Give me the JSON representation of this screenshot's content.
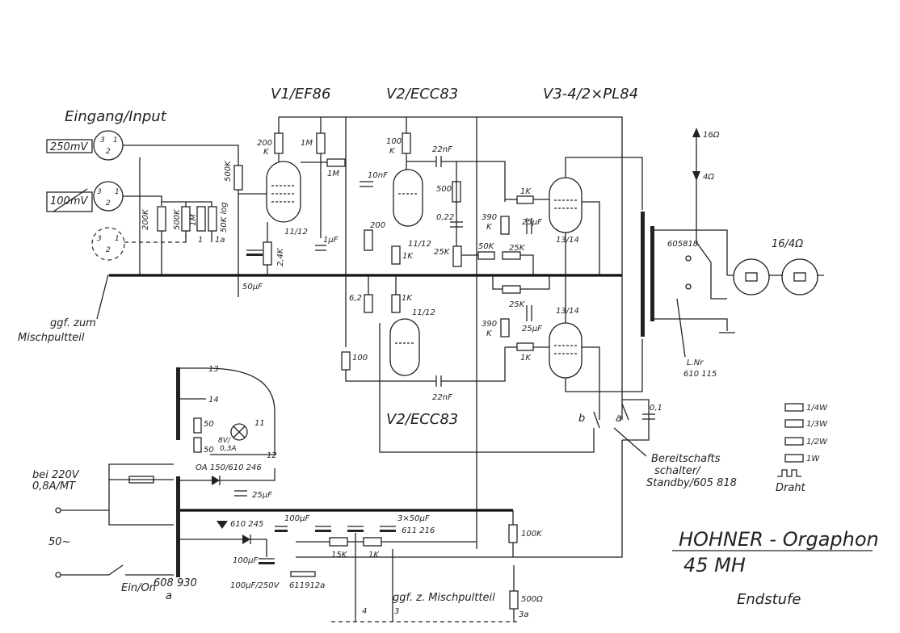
{
  "tubes": {
    "v1": "V1/EF86",
    "v2_top": "V2/ECC83",
    "v2_bottom": "V2/ECC83",
    "v3": "V3-4/2×PL84"
  },
  "input": {
    "title": "Eingang/Input",
    "level_a": "250mV",
    "level_b": "100mV",
    "mixer_note_1": "ggf. zum",
    "mixer_note_2": "Mischpultteil"
  },
  "components": {
    "r200k_a": "200K",
    "r500k_a": "500K",
    "r1m_a": "1M",
    "r50k_log": "50K log",
    "r500k_b": "500K",
    "r200_a": "200",
    "r_k": "K",
    "r1m_b": "1M",
    "r1m_c": "1M",
    "r24k": "2,4K",
    "c1uf": "1μF",
    "c50uf": "50μF",
    "c10nf": "10nF",
    "r100k_a": "100",
    "c22nf_a": "22nF",
    "r500k_c": "500",
    "c022uf": "0,22",
    "r200_b": "200",
    "r1k_a": "1K",
    "r25k_a": "25K",
    "r62k": "6,2",
    "r1k_b": "1K",
    "r100k_b": "100",
    "c22nf_b": "22nF",
    "r1k_c": "1K",
    "r390k_a": "390",
    "c25uf_a": "25μF",
    "r25k_b": "25K",
    "r50k": "50K",
    "r25k_c": "25K",
    "c25uf_b": "25μF",
    "r390k_b": "390",
    "r1k_d": "1K",
    "c01": "0,1",
    "pins_a": "11/12",
    "pins_b": "11/12",
    "pins_c": "11/12",
    "pins_d": "13/14",
    "pins_e": "13/14",
    "out16": "16Ω",
    "out4": "4Ω",
    "switch_id": "605818",
    "speaker": "16/4Ω",
    "lnr1": "L.Nr",
    "lnr2": "610 115",
    "switch_b": "b",
    "switch_a": "a",
    "standby_1": "Bereitschafts",
    "standby_2": "schalter/",
    "standby_3": "Standby/605 818"
  },
  "power": {
    "tap13": "13",
    "tap14": "14",
    "tap11": "11",
    "tap12": "12",
    "r50_a": "50",
    "r50_b": "50",
    "lamp": "8V/",
    "lamp2": "0,3A",
    "mains_1": "bei 220V",
    "mains_2": "0,8A/MT",
    "freq": "50~",
    "rect_a": "OA 150/610 246",
    "c25uf": "25μF",
    "diode": "610 245",
    "c100uf_a": "100μF",
    "c3x50": "3×50μF",
    "c3x50_id": "611 216",
    "r100k": "100K",
    "r15k": "15K",
    "r1k": "1K",
    "c100uf_b": "100μF",
    "c100uf_250": "100μF/250V",
    "id_611912": "611912a",
    "onoff": "Ein/On",
    "tr_id": "608 930",
    "tr_rev": "a",
    "mixer_2": "ggf. z. Mischpultteil",
    "r500": "500Ω",
    "node4": "4",
    "node3": "3",
    "node3a": "3a"
  },
  "legend": {
    "w14": "1/4W",
    "w13": "1/3W",
    "w12": "1/2W",
    "w1": "1W",
    "draht": "Draht"
  },
  "titleblock": {
    "brand": "HOHNER - Orgaphon",
    "model": "45 MH",
    "section": "Endstufe"
  }
}
